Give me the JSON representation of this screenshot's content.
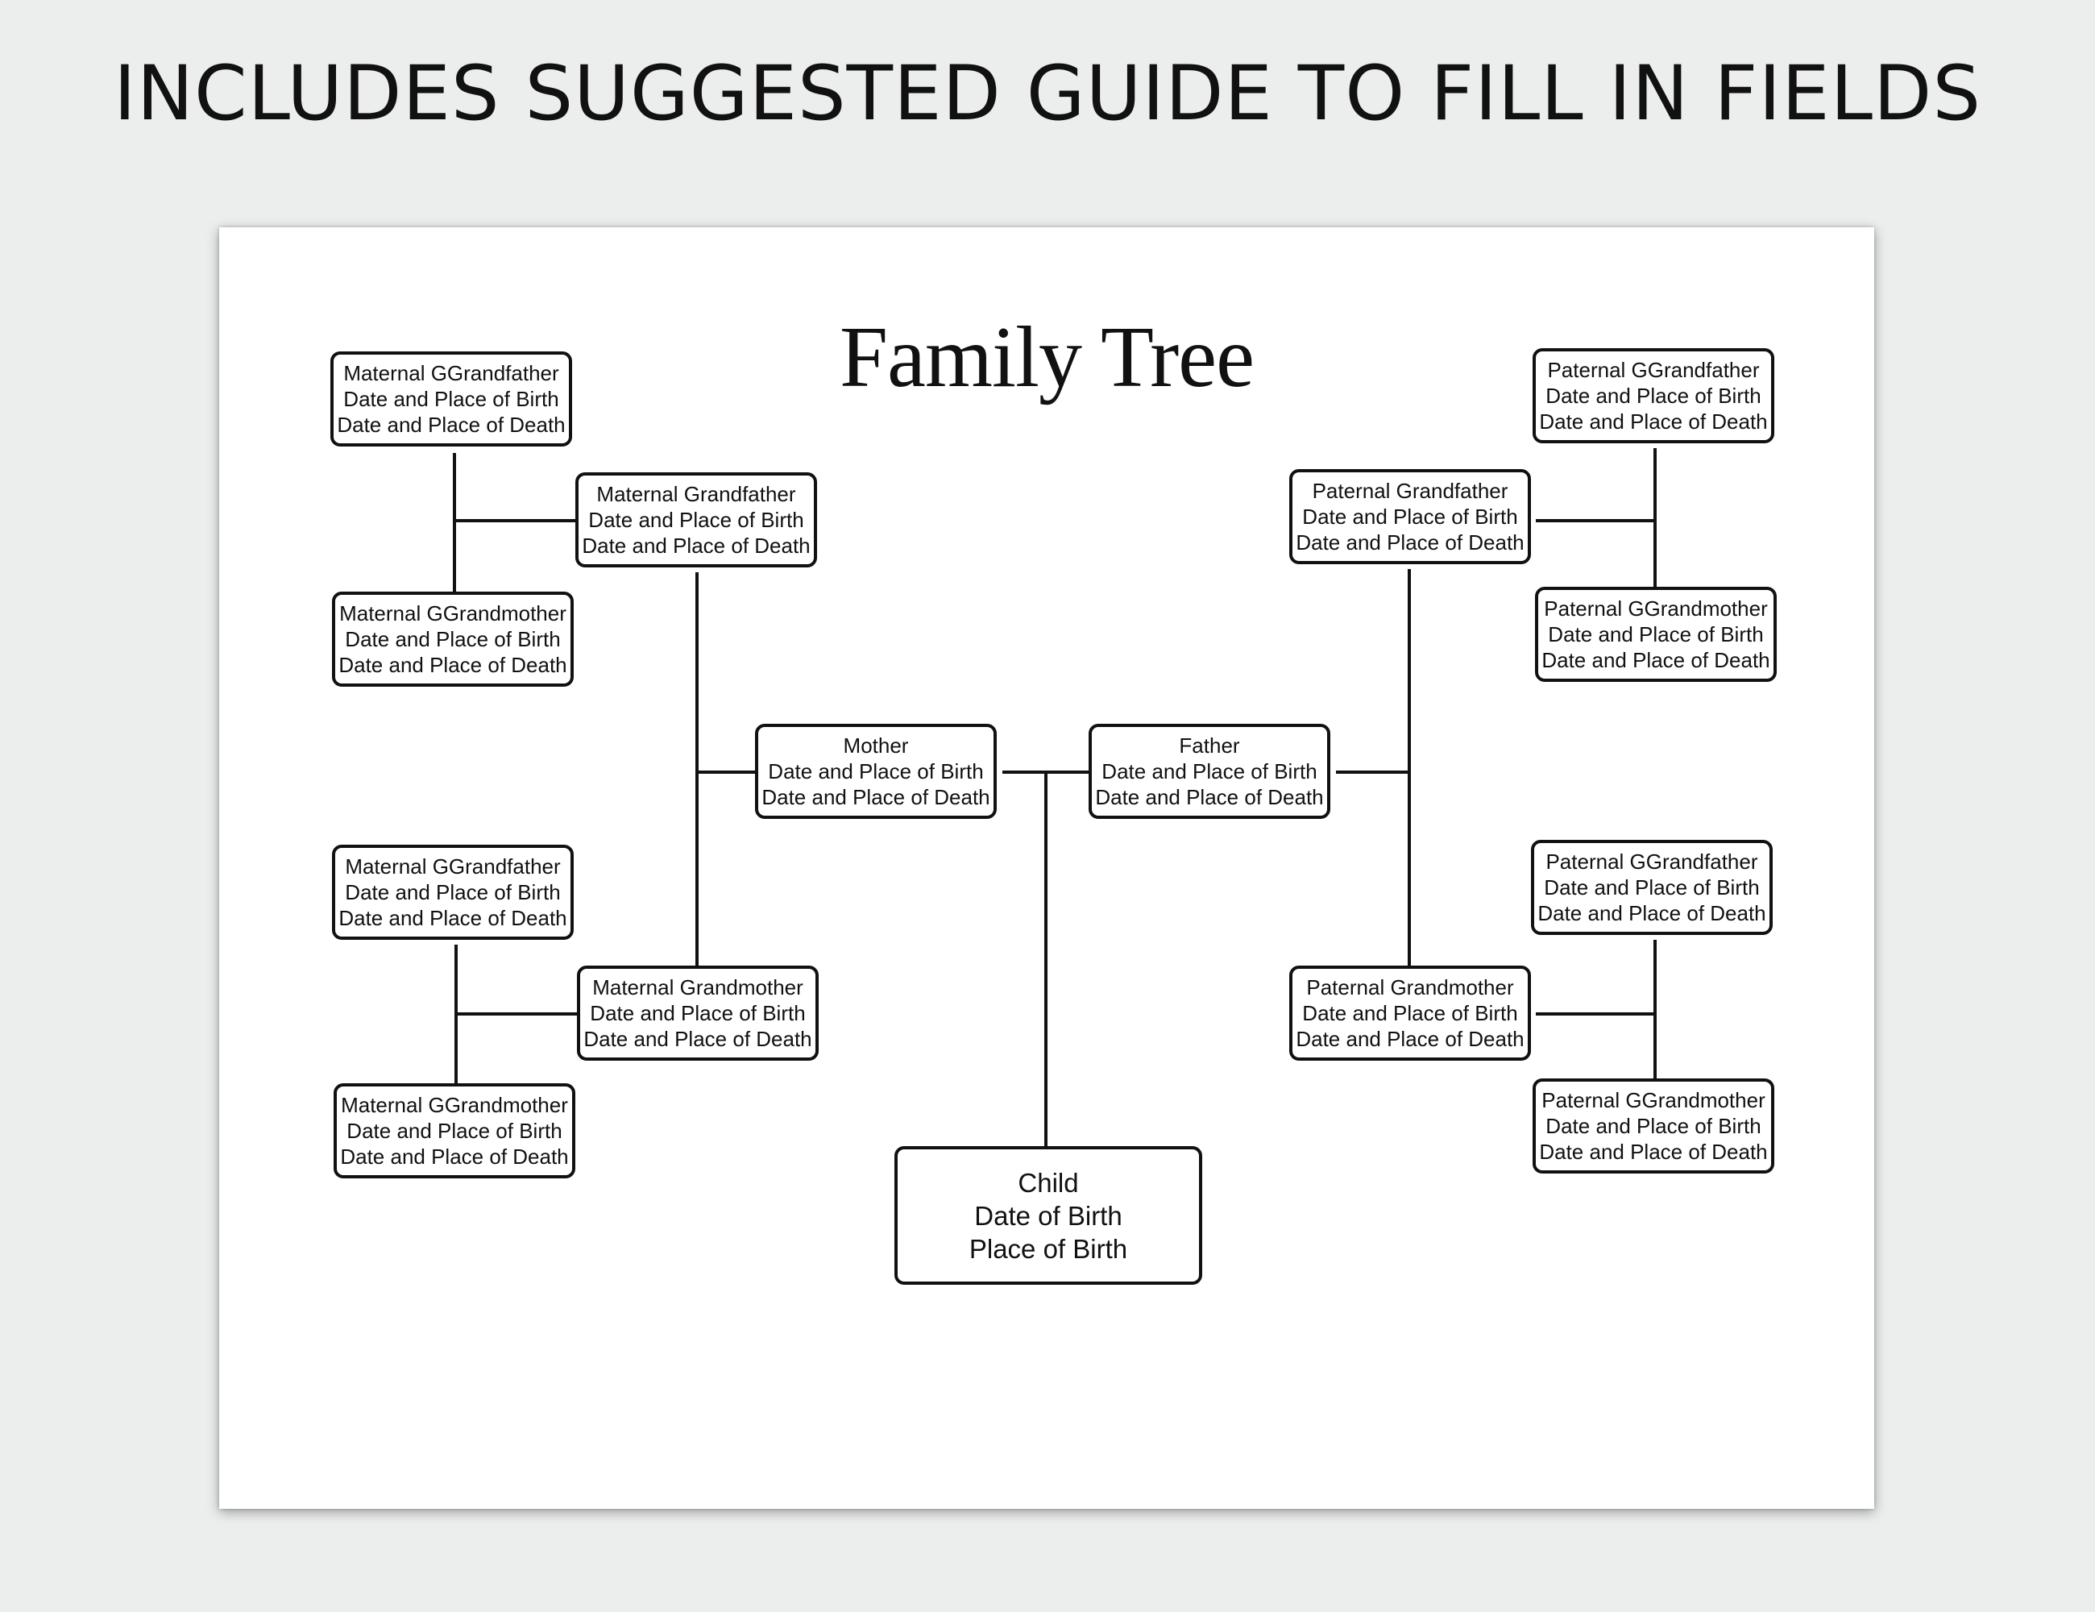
{
  "headline": "INCLUDES SUGGESTED GUIDE TO FILL IN FIELDS",
  "title": "Family Tree",
  "people": {
    "mat_ggf1": {
      "role": "Maternal GGrandfather",
      "line2": "Date and Place of Birth",
      "line3": "Date and Place of Death"
    },
    "mat_ggm1": {
      "role": "Maternal GGrandmother",
      "line2": "Date and Place of Birth",
      "line3": "Date and Place of Death"
    },
    "mat_gf": {
      "role": "Maternal Grandfather",
      "line2": "Date and Place of Birth",
      "line3": "Date and Place of Death"
    },
    "mat_ggf2": {
      "role": "Maternal GGrandfather",
      "line2": "Date and Place of Birth",
      "line3": "Date and Place of Death"
    },
    "mat_ggm2": {
      "role": "Maternal GGrandmother",
      "line2": "Date and Place of Birth",
      "line3": "Date and Place of Death"
    },
    "mat_gm": {
      "role": "Maternal Grandmother",
      "line2": "Date and Place of Birth",
      "line3": "Date and Place of Death"
    },
    "mother": {
      "role": "Mother",
      "line2": "Date and Place of Birth",
      "line3": "Date and Place of Death"
    },
    "father": {
      "role": "Father",
      "line2": "Date and Place of Birth",
      "line3": "Date and Place of Death"
    },
    "pat_ggf1": {
      "role": "Paternal GGrandfather",
      "line2": "Date and Place of Birth",
      "line3": "Date and Place of Death"
    },
    "pat_ggm1": {
      "role": "Paternal GGrandmother",
      "line2": "Date and Place of Birth",
      "line3": "Date and Place of Death"
    },
    "pat_gf": {
      "role": "Paternal Grandfather",
      "line2": "Date and Place of Birth",
      "line3": "Date and Place of Death"
    },
    "pat_ggf2": {
      "role": "Paternal GGrandfather",
      "line2": "Date and Place of Birth",
      "line3": "Date and Place of Death"
    },
    "pat_ggm2": {
      "role": "Paternal GGrandmother",
      "line2": "Date and Place of Birth",
      "line3": "Date and Place of Death"
    },
    "pat_gm": {
      "role": "Paternal Grandmother",
      "line2": "Date and Place of Birth",
      "line3": "Date and Place of Death"
    },
    "child": {
      "role": "Child",
      "line2": "Date of Birth",
      "line3": "Place of Birth"
    }
  }
}
